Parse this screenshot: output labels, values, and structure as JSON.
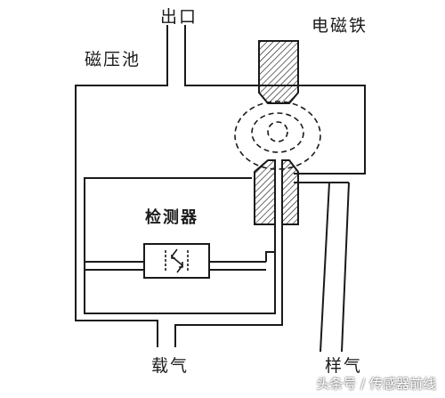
{
  "labels": {
    "outlet": "出口",
    "electromagnet": "电磁铁",
    "magnetic_cell": "磁压池",
    "detector": "检测器",
    "carrier_gas": "载气",
    "sample_gas": "样气"
  },
  "watermark": "头条号 / 传感器前线",
  "colors": {
    "line": "#1a1a1a",
    "background": "#ffffff"
  }
}
